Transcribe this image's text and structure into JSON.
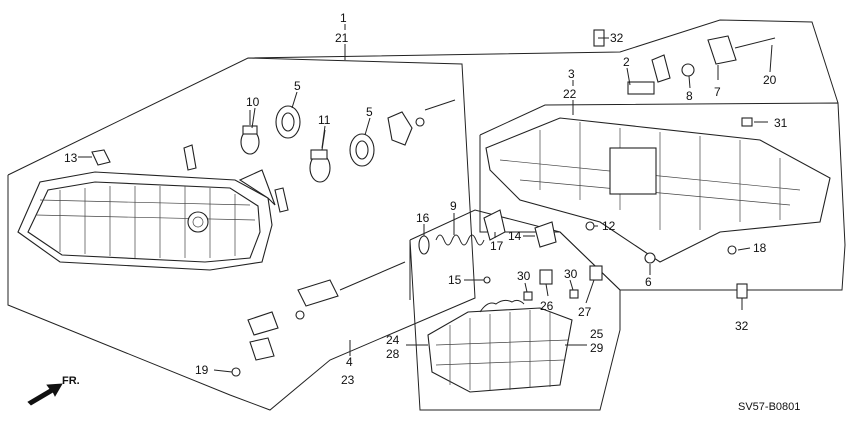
{
  "diagram": {
    "code": "SV57-B0801",
    "direction_label": "FR.",
    "callouts": [
      {
        "id": "c1",
        "text": "1"
      },
      {
        "id": "c21",
        "text": "21"
      },
      {
        "id": "c32a",
        "text": "32"
      },
      {
        "id": "c32b",
        "text": "32"
      },
      {
        "id": "c2",
        "text": "2"
      },
      {
        "id": "c3",
        "text": "3"
      },
      {
        "id": "c22",
        "text": "22"
      },
      {
        "id": "c4",
        "text": "4"
      },
      {
        "id": "c23",
        "text": "23"
      },
      {
        "id": "c5a",
        "text": "5"
      },
      {
        "id": "c5b",
        "text": "5"
      },
      {
        "id": "c6",
        "text": "6"
      },
      {
        "id": "c7",
        "text": "7"
      },
      {
        "id": "c8",
        "text": "8"
      },
      {
        "id": "c9",
        "text": "9"
      },
      {
        "id": "c10",
        "text": "10"
      },
      {
        "id": "c11",
        "text": "11"
      },
      {
        "id": "c12",
        "text": "12"
      },
      {
        "id": "c13",
        "text": "13"
      },
      {
        "id": "c14",
        "text": "14"
      },
      {
        "id": "c15",
        "text": "15"
      },
      {
        "id": "c16",
        "text": "16"
      },
      {
        "id": "c17",
        "text": "17"
      },
      {
        "id": "c18",
        "text": "18"
      },
      {
        "id": "c19",
        "text": "19"
      },
      {
        "id": "c20",
        "text": "20"
      },
      {
        "id": "c24",
        "text": "24"
      },
      {
        "id": "c28",
        "text": "28"
      },
      {
        "id": "c25",
        "text": "25"
      },
      {
        "id": "c29",
        "text": "29"
      },
      {
        "id": "c26",
        "text": "26"
      },
      {
        "id": "c27",
        "text": "27"
      },
      {
        "id": "c30a",
        "text": "30"
      },
      {
        "id": "c30b",
        "text": "30"
      },
      {
        "id": "c31",
        "text": "31"
      }
    ]
  }
}
